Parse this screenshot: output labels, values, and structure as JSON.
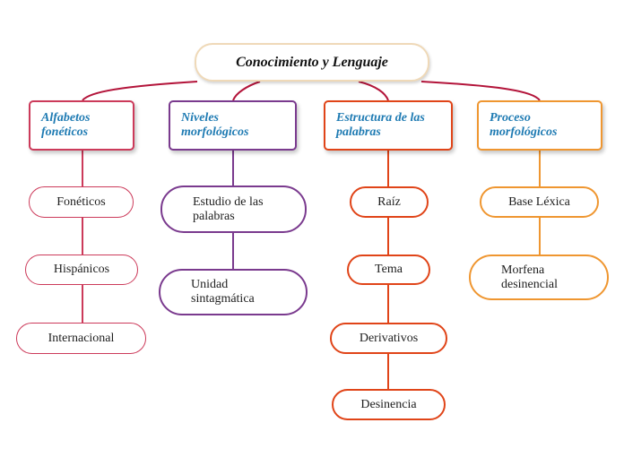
{
  "root": {
    "label": "Conocimiento y Lenguaje"
  },
  "branches": [
    {
      "label": "Alfabetos fonéticos",
      "color": "#cc3a5a",
      "children": [
        "Fonéticos",
        "Hispánicos",
        "Internacional"
      ]
    },
    {
      "label": "Niveles morfológicos",
      "color": "#7a3a8e",
      "children": [
        "Estudio de las palabras",
        "Unidad sintagmática"
      ]
    },
    {
      "label": "Estructura de las palabras",
      "color": "#e04418",
      "children": [
        "Raíz",
        "Tema",
        "Derivativos",
        "Desinencia"
      ]
    },
    {
      "label": "Proceso morfológicos",
      "color": "#ef9630",
      "children": [
        "Base Léxica",
        "Morfena desinencial"
      ]
    }
  ],
  "colors": {
    "root_border": "#efd9b8",
    "category_text": "#1f7bb3",
    "connector": "#b3143a"
  }
}
